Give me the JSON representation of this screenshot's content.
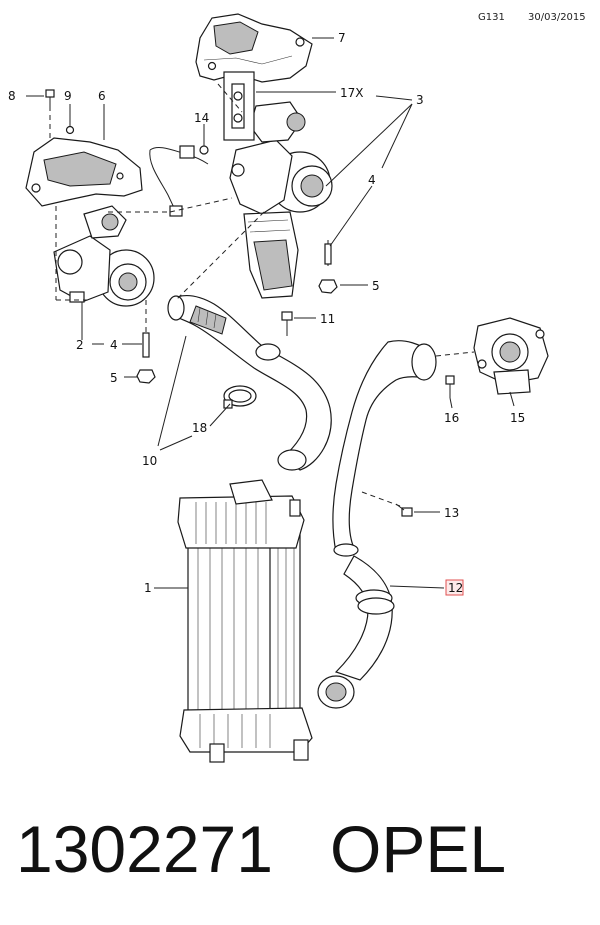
{
  "header": {
    "code": "G131",
    "date": "30/03/2015"
  },
  "callouts": {
    "c1": "1",
    "c2": "2",
    "c3": "3",
    "c4a": "4",
    "c4b": "4",
    "c5a": "5",
    "c5b": "5",
    "c6": "6",
    "c7": "7",
    "c8": "8",
    "c9": "9",
    "c10": "10",
    "c11": "11",
    "c12": "12",
    "c13": "13",
    "c14": "14",
    "c15": "15",
    "c16": "16",
    "c17": "17X",
    "c18": "18"
  },
  "footer": {
    "part_number": "1302271",
    "brand": "OPEL"
  },
  "colors": {
    "highlight_box": "#e05050",
    "line": "#222222",
    "shade": "#bdbdbd"
  }
}
